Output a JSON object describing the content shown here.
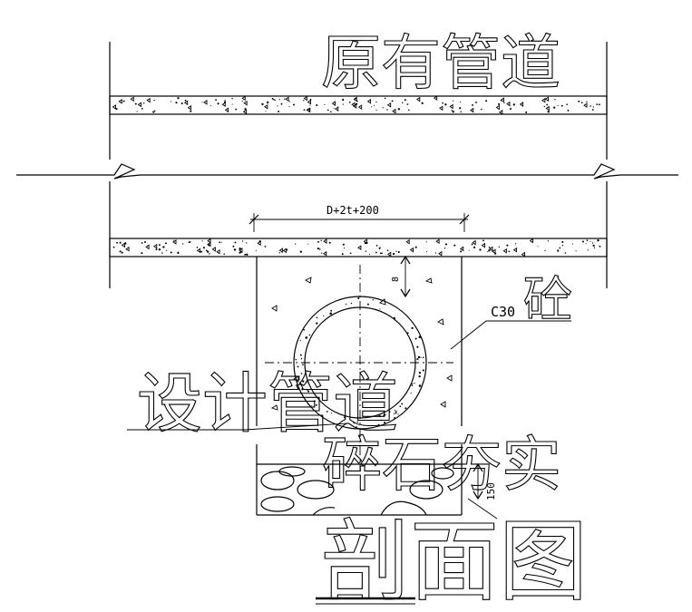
{
  "labels": {
    "existing_pipe": "原有管道",
    "dimension_width": "D+2t+200",
    "dimension_gap": "8",
    "concrete_grade": "C30",
    "concrete": "砼",
    "design_pipe": "设计管道",
    "gravel_compaction": "碎石夯实",
    "gravel_thickness": "150",
    "section_view": "剖面图"
  }
}
